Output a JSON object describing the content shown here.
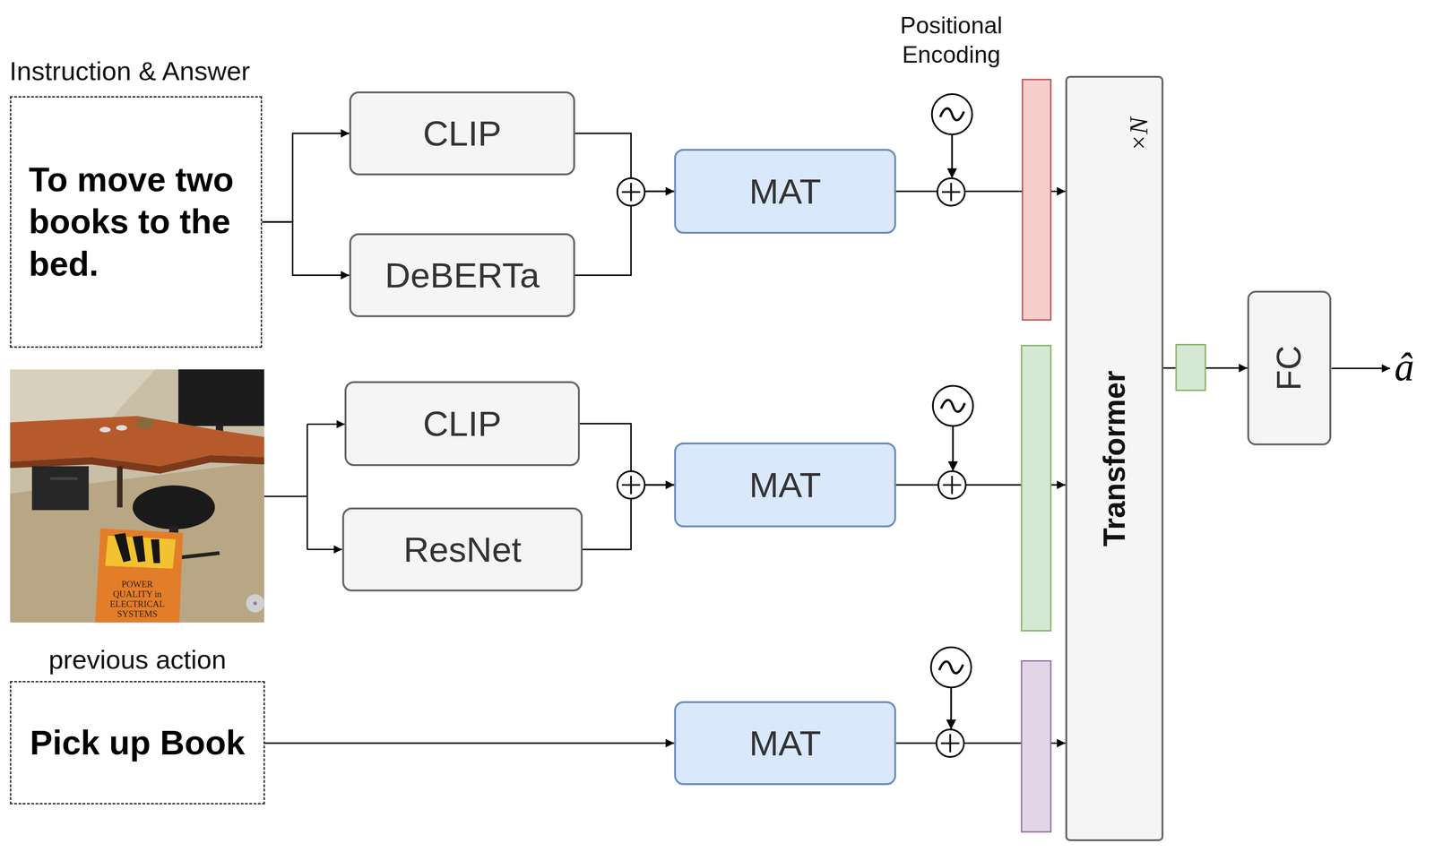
{
  "diagram": {
    "nodes": [
      {
        "text": [
          "Instruction & Answer",
          "To move two books to the bed."
        ]
      },
      {
        "text": [
          "CLIP"
        ]
      },
      {
        "text": [
          "DeBERTa"
        ]
      },
      {
        "text": [
          "MAT"
        ]
      },
      {
        "text": [
          "CLIP"
        ]
      },
      {
        "text": [
          "ResNet"
        ]
      },
      {
        "text": [
          "MAT"
        ]
      },
      {
        "text": [
          "previous action",
          "Pick up Book"
        ]
      },
      {
        "text": [
          "MAT"
        ]
      },
      {
        "text": [
          "Transformer",
          "×N"
        ]
      },
      {
        "text": [
          "FC"
        ]
      }
    ],
    "edges": [
      {
        "from": 0,
        "to": 1,
        "arrow": "to"
      },
      {
        "from": 0,
        "to": 2,
        "arrow": "to"
      },
      {
        "from": 1,
        "to": 3,
        "arrow": "to"
      },
      {
        "from": 2,
        "to": 3,
        "arrow": "to"
      },
      {
        "from": 3,
        "to": 9,
        "arrow": "to"
      },
      {
        "from": 4,
        "to": 6,
        "arrow": "to"
      },
      {
        "from": 5,
        "to": 6,
        "arrow": "to"
      },
      {
        "from": 6,
        "to": 9,
        "arrow": "to"
      },
      {
        "from": 7,
        "to": 8,
        "arrow": "to"
      },
      {
        "from": 8,
        "to": 9,
        "arrow": "to"
      },
      {
        "from": 9,
        "to": 10,
        "arrow": "to"
      }
    ],
    "labels": [
      "Positional Encoding",
      "POWER QUALITY in ELECTRICAL SYSTEMS",
      "â"
    ]
  }
}
